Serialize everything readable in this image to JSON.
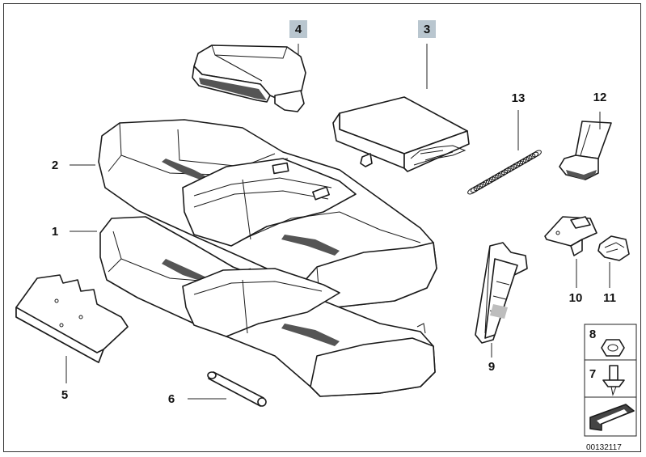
{
  "diagram": {
    "callouts": [
      {
        "id": "1",
        "label": "1",
        "highlighted": false
      },
      {
        "id": "2",
        "label": "2",
        "highlighted": false
      },
      {
        "id": "3",
        "label": "3",
        "highlighted": true
      },
      {
        "id": "4",
        "label": "4",
        "highlighted": true
      },
      {
        "id": "5",
        "label": "5",
        "highlighted": false
      },
      {
        "id": "6",
        "label": "6",
        "highlighted": false
      },
      {
        "id": "7",
        "label": "7",
        "highlighted": false
      },
      {
        "id": "8",
        "label": "8",
        "highlighted": false
      },
      {
        "id": "9",
        "label": "9",
        "highlighted": false
      },
      {
        "id": "10",
        "label": "10",
        "highlighted": false
      },
      {
        "id": "11",
        "label": "11",
        "highlighted": false
      },
      {
        "id": "12",
        "label": "12",
        "highlighted": false
      },
      {
        "id": "13",
        "label": "13",
        "highlighted": false
      }
    ],
    "diagram_code": "00132117",
    "highlight_color": "#b9c6cf"
  }
}
